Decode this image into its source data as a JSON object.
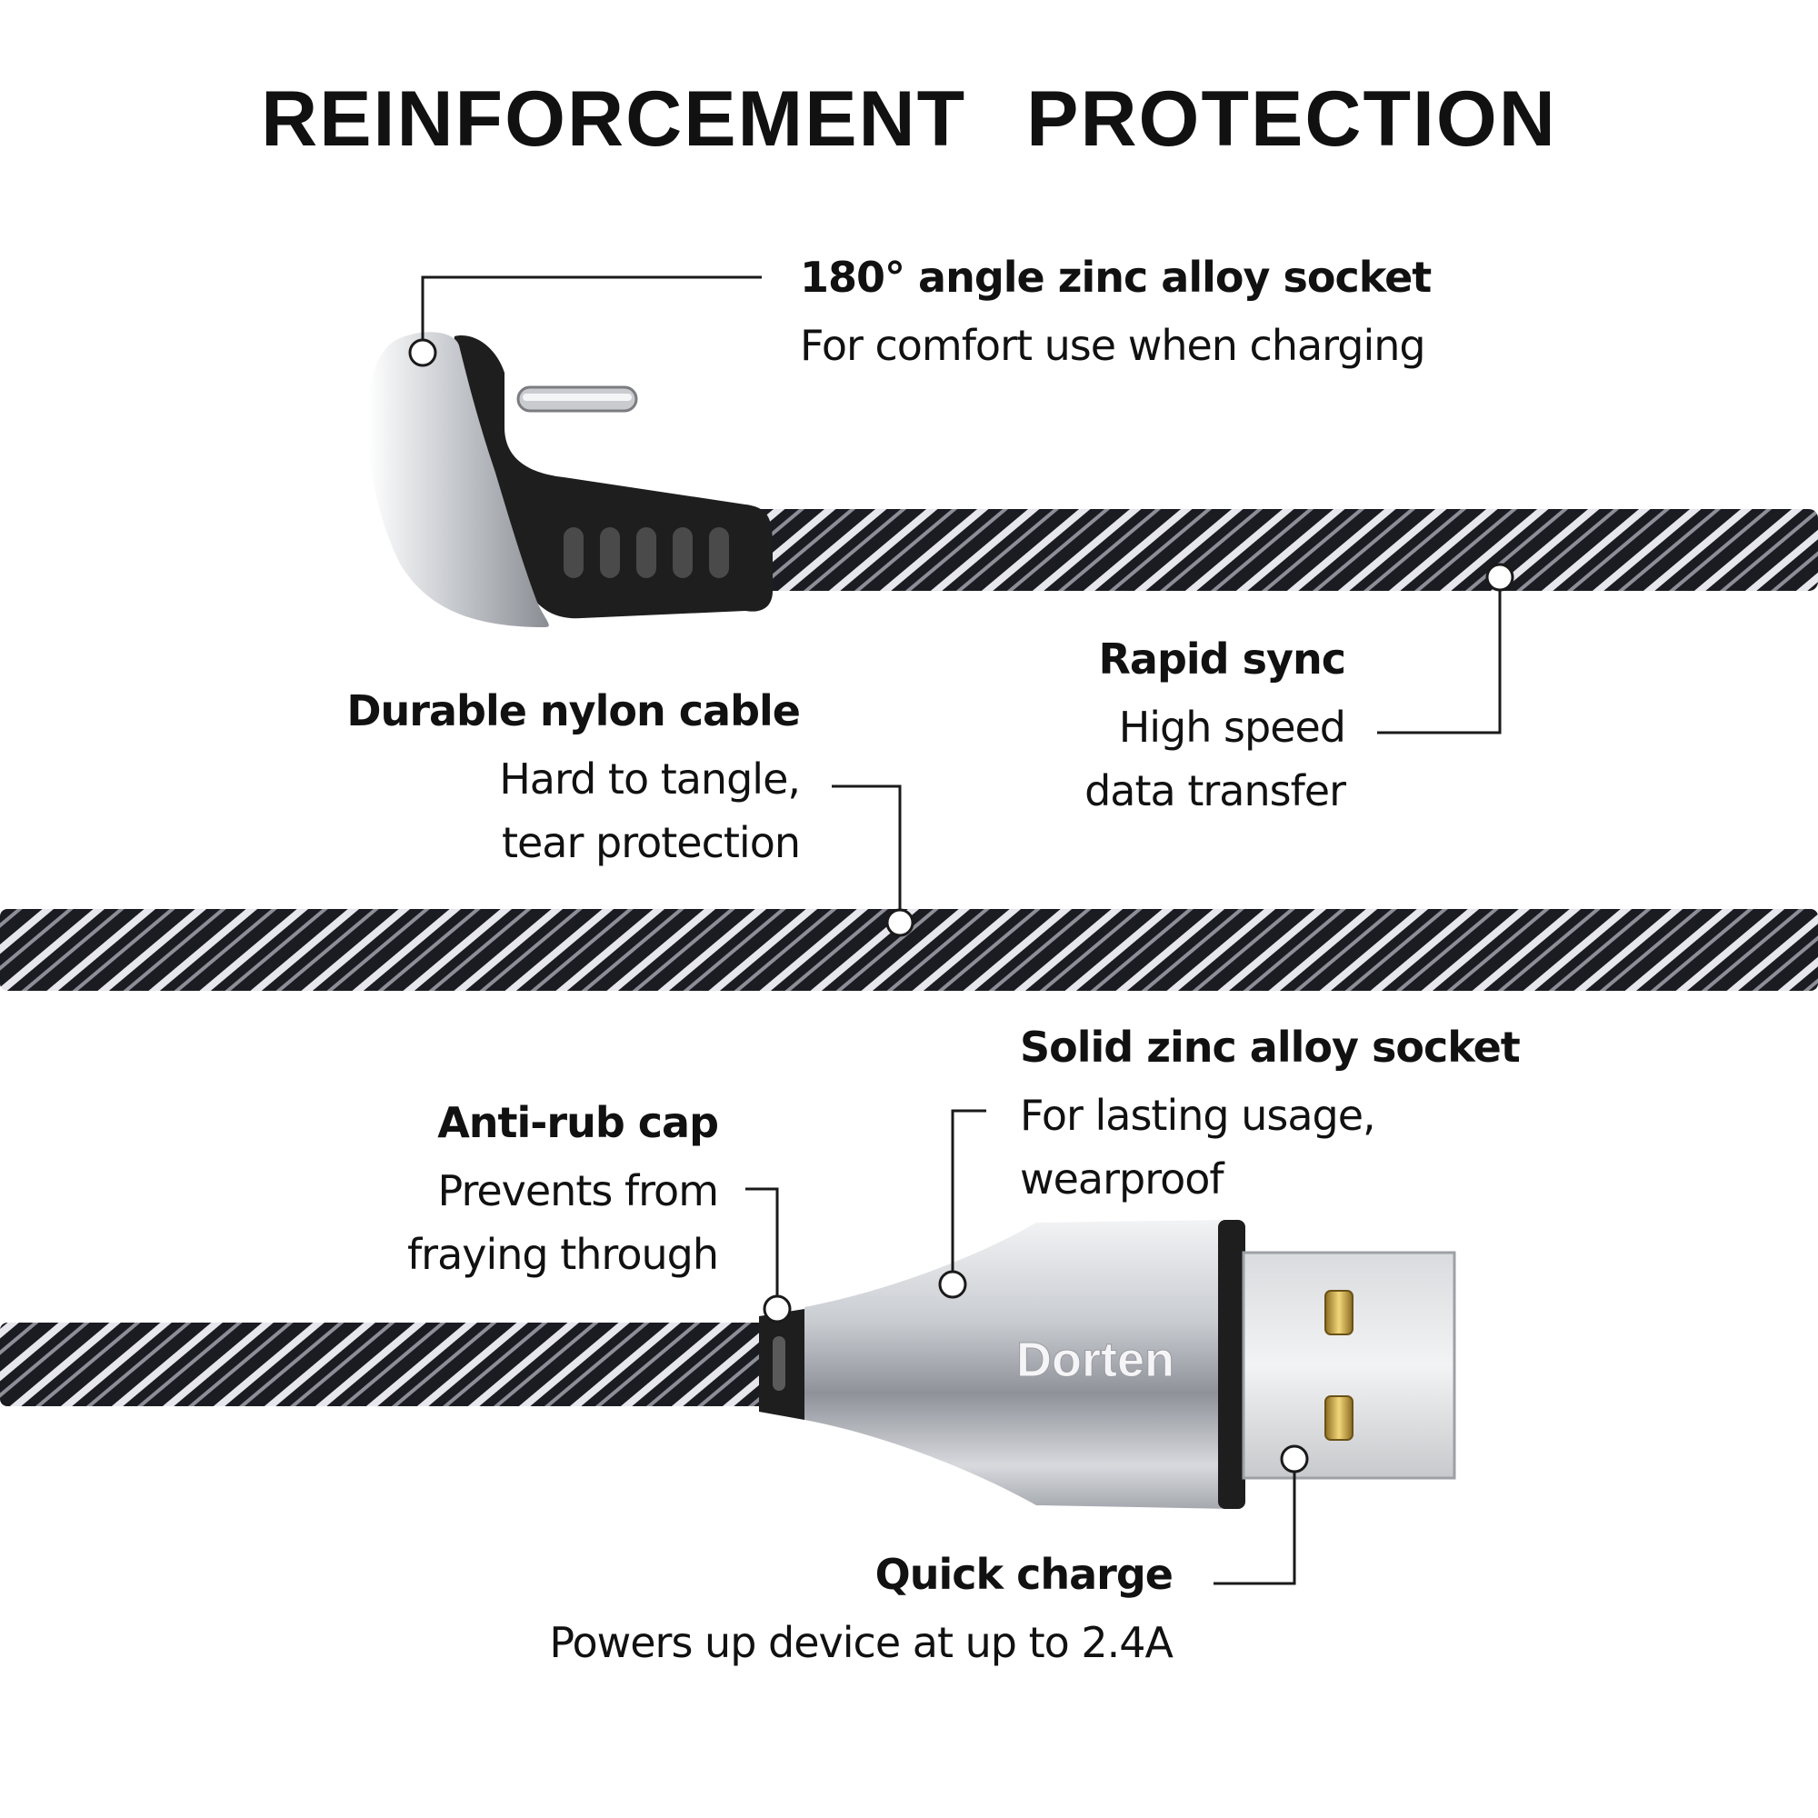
{
  "title": "REINFORCEMENT  PROTECTION",
  "brand": "Dorten",
  "callouts": {
    "angle_socket": {
      "heading": "180° angle zinc alloy socket",
      "line1": "For comfort use when charging"
    },
    "rapid_sync": {
      "heading": "Rapid sync",
      "line1": "High speed",
      "line2": "data transfer"
    },
    "nylon_cable": {
      "heading": "Durable nylon cable",
      "line1": "Hard to tangle,",
      "line2": "tear protection"
    },
    "solid_socket": {
      "heading": "Solid zinc alloy socket",
      "line1": "For lasting usage,",
      "line2": "wearproof"
    },
    "anti_rub": {
      "heading": "Anti-rub cap",
      "line1": "Prevents from",
      "line2": "fraying through"
    },
    "quick_charge": {
      "heading": "Quick charge",
      "line1": "Powers up device at up to 2.4A"
    }
  },
  "colors": {
    "text": "#111111",
    "braid_dark": "#1b1b22",
    "braid_light": "#e6e6ec",
    "metal": "#b9bcc2",
    "rubber": "#1e1e1e"
  }
}
